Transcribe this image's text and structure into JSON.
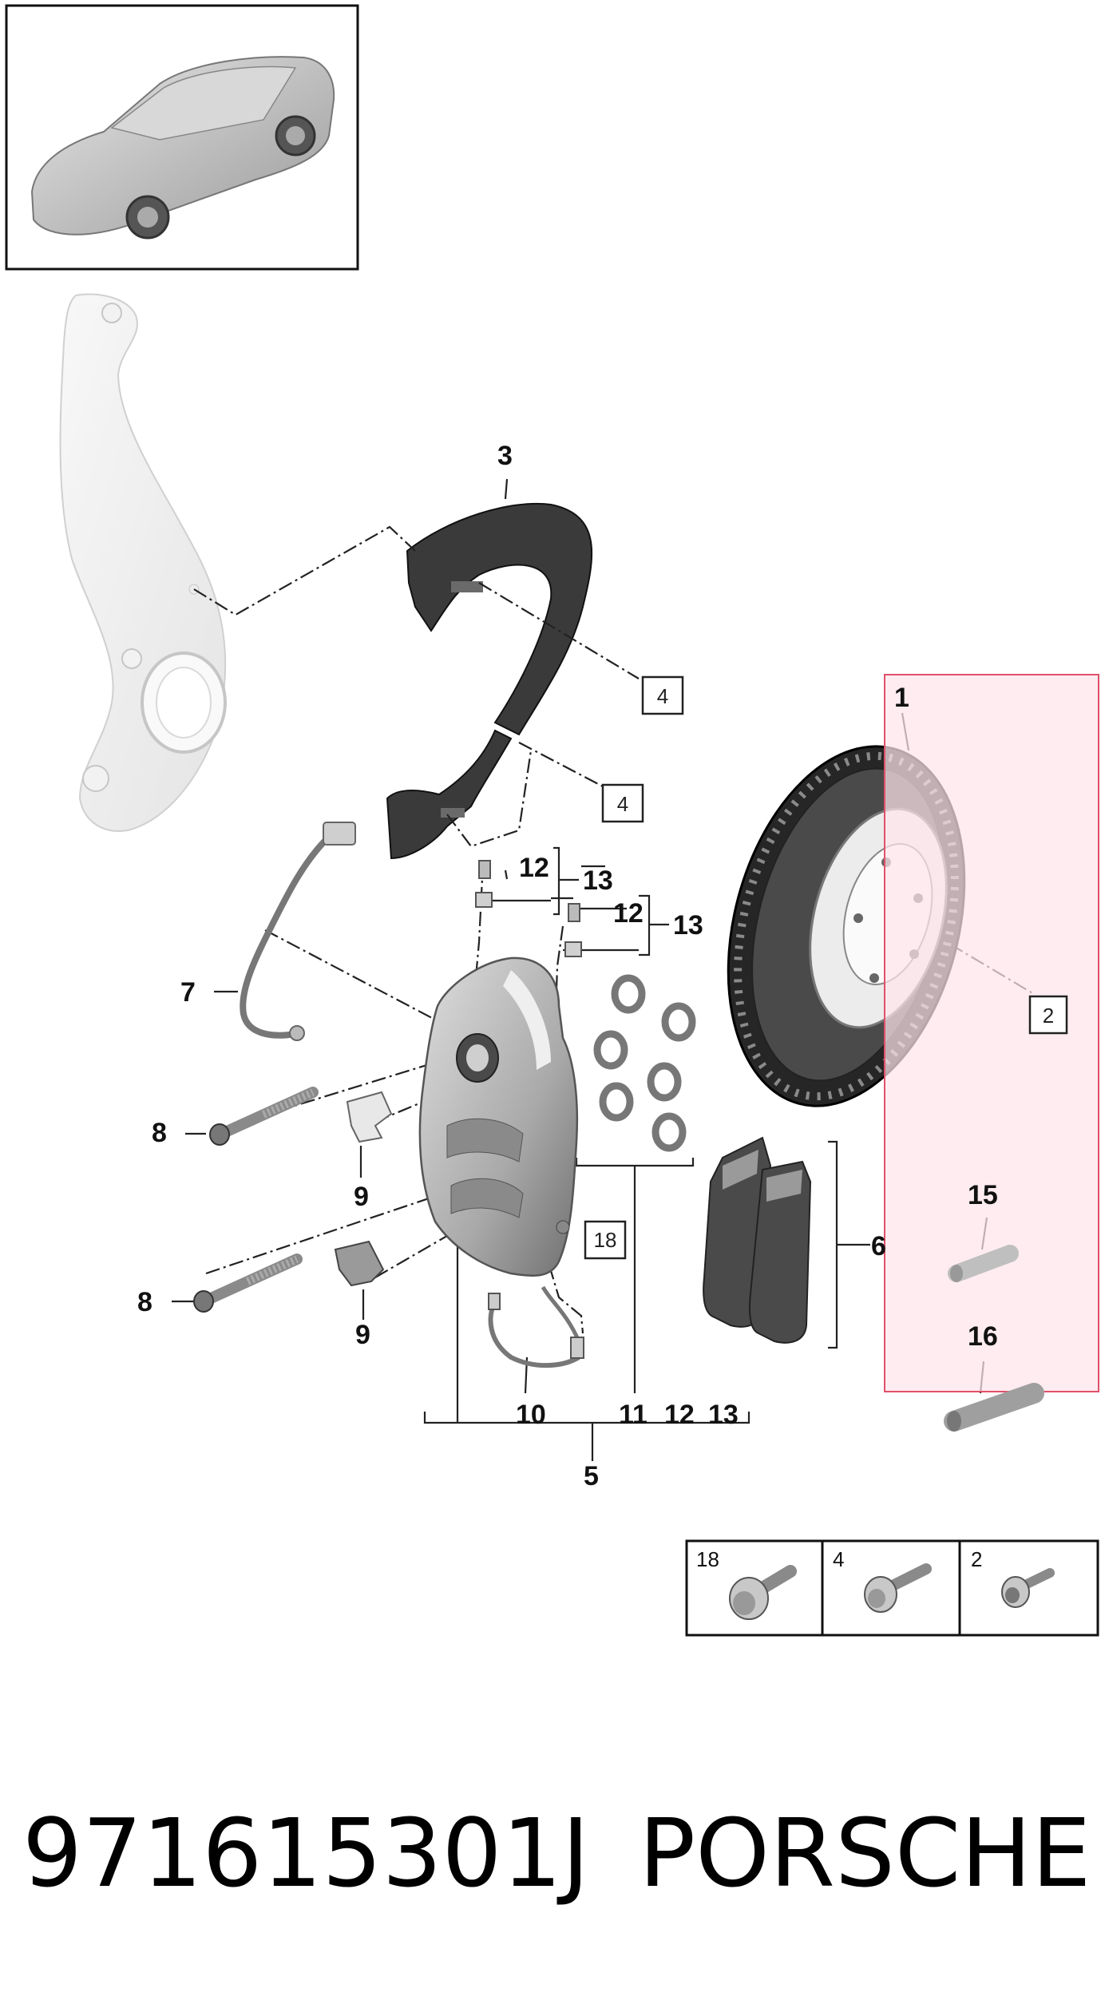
{
  "callouts": {
    "c1": "1",
    "c3": "3",
    "c5": "5",
    "c6": "6",
    "c7": "7",
    "c8a": "8",
    "c8b": "8",
    "c9a": "9",
    "c9b": "9",
    "c10": "10",
    "c11": "11",
    "c12a": "12",
    "c12b": "12",
    "c12c": "12",
    "c13a": "13",
    "c13b": "13",
    "c13c": "13",
    "c15": "15",
    "c16": "16"
  },
  "boxed_refs": {
    "b4a": "4",
    "b4b": "4",
    "b18": "18",
    "b2": "2"
  },
  "bolt_table": [
    {
      "ref": "18",
      "icon": "flange-bolt-icon"
    },
    {
      "ref": "4",
      "icon": "hex-bolt-icon"
    },
    {
      "ref": "2",
      "icon": "torx-screw-icon"
    }
  ],
  "footer": {
    "part_number": "971615301J",
    "brand": "PORSCHE"
  },
  "colors": {
    "highlight_fill": "#fde4ea",
    "highlight_border": "#e0506a",
    "line": "#222222"
  }
}
